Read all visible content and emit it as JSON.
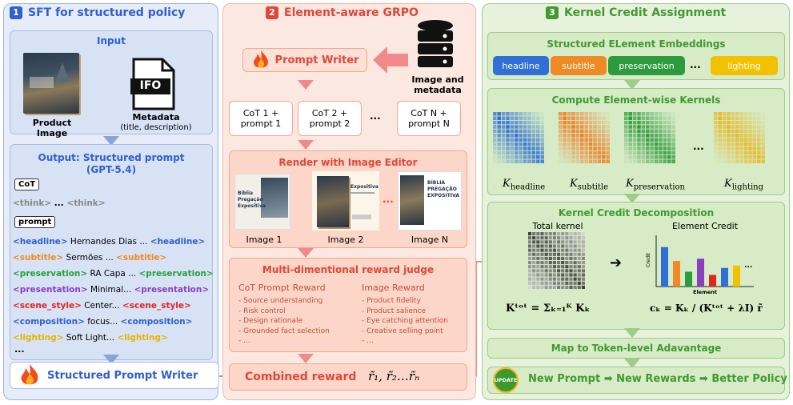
{
  "panel1": {
    "num": "1",
    "title": "SFT for structured policy",
    "input_title": "Input",
    "product_image_label": "Product Image",
    "file_icon_text": "IFO",
    "metadata_label": "Metadata",
    "metadata_sub": "(title, description)",
    "output_title_1": "Output: Structured prompt",
    "output_title_2": "(GPT-5.4)",
    "cot_tag": "CoT",
    "think_line": {
      "open": "<think>",
      "mid": " ... ",
      "close": "<think>"
    },
    "prompt_tag": "prompt",
    "tag_lines": [
      {
        "tag": "<headline>",
        "text": " Hernandes Dias ... ",
        "color": "#2f5fd0"
      },
      {
        "tag": "<subtitle>",
        "text": " Sermões ... ",
        "color": "#f08a24"
      },
      {
        "tag": "<preservation>",
        "text": " RA Capa ... ",
        "color": "#22a33a"
      },
      {
        "tag": "<presentation>",
        "text": " Minimal... ",
        "color": "#8b3fbf"
      },
      {
        "tag": "<scene_style>",
        "text": " Center... ",
        "color": "#e02424"
      },
      {
        "tag": "<composition>",
        "text": " focus... ",
        "color": "#2f5fd0"
      },
      {
        "tag": "<lighting>",
        "text": " Soft Light... ",
        "color": "#e8b400"
      }
    ],
    "ellipsis": "...",
    "writer_label": "Structured Prompt Writer"
  },
  "panel2": {
    "num": "2",
    "title": "Element-aware GRPO",
    "writer_label": "Prompt Writer",
    "db_label_1": "Image and",
    "db_label_2": "metadata",
    "cots": [
      {
        "l1": "CoT 1 +",
        "l2": "prompt 1"
      },
      {
        "l1": "CoT 2 +",
        "l2": "prompt 2"
      },
      {
        "l1": "CoT N +",
        "l2": "prompt N"
      }
    ],
    "dots": "...",
    "render_title": "Render with Image Editor",
    "images": [
      "Image 1",
      "Image 2",
      "Image N"
    ],
    "cover_texts": {
      "c1": [
        "Bíblia",
        "Pregação",
        "Expositiva"
      ],
      "c2": [
        "Expositiva"
      ],
      "c3": [
        "BÍBLIA",
        "PREGAÇÃO",
        "EXPOSITIVA"
      ]
    },
    "judge_title": "Multi-dimentional reward judge",
    "cot_reward_title": "CoT Prompt Reward",
    "cot_reward_items": [
      "- Source understanding",
      "- Risk control",
      "- Design rationale",
      "- Grounded fact selection",
      "- ..."
    ],
    "image_reward_title": "Image Reward",
    "image_reward_items": [
      "- Product fidelity",
      "- Product salience",
      "- Eye catching attention",
      "- Creative selling point",
      "- ..."
    ],
    "combined_label": "Combined reward",
    "combined_formula": "r̃₁, r̃₂…r̃ₙ"
  },
  "panel3": {
    "num": "3",
    "title": "Kernel Credit Assignment",
    "emb_title": "Structured ELement Embeddings",
    "embeddings": [
      {
        "label": "headline",
        "color": "#2f6fd6"
      },
      {
        "label": "subtitle",
        "color": "#f08a24"
      },
      {
        "label": "preservation",
        "color": "#2e9a3e"
      },
      {
        "label": "lighting",
        "color": "#f2c200"
      }
    ],
    "emb_dots": "...",
    "kern_title": "Compute Element-wise Kernels",
    "kernels": [
      {
        "label": "headline",
        "color": "#2f6fd6"
      },
      {
        "label": "subtitle",
        "color": "#f07c20"
      },
      {
        "label": "preservation",
        "color": "#2e9a3e"
      },
      {
        "label": "lighting",
        "color": "#e8b820"
      }
    ],
    "kern_dots": "...",
    "kernel_symbol": "K",
    "decomp_title": "Kernel Credit Decomposition",
    "total_kernel_label": "Total kernel",
    "element_credit_label": "Element Credit",
    "axis_y": "Credit",
    "axis_x": "Element",
    "bar_dots": "...",
    "bars": [
      {
        "value": 0.85,
        "color": "#2f6fd6"
      },
      {
        "value": 0.55,
        "color": "#f08a24"
      },
      {
        "value": 0.32,
        "color": "#2e9a3e"
      },
      {
        "value": 0.6,
        "color": "#8b3fbf"
      },
      {
        "value": 0.25,
        "color": "#e02424"
      },
      {
        "value": 0.4,
        "color": "#2f6fd6"
      },
      {
        "value": 0.45,
        "color": "#f2c200"
      }
    ],
    "formula_total": "Kᵗᵒᵗ = Σₖ₌₁ᴷ Kₖ",
    "formula_credit": "cₖ = Kₖ / (Kᵗᵒᵗ + λI) r̃",
    "map_label": "Map to Token-level Adavantage",
    "update_badge": "UPDATE",
    "final_label": "New Prompt ➡ New Rewards ➡ Better Policy"
  },
  "colors": {
    "p1_bg": "#e6ecf8",
    "p1_border": "#9fb4e0",
    "p1_accent": "#2f5fd0",
    "p2_bg": "#fbe9e1",
    "p2_border": "#f0b8a4",
    "p2_accent": "#e0473a",
    "p3_bg": "#e6f2dc",
    "p3_border": "#9fcc88",
    "p3_accent": "#3f9a30"
  }
}
